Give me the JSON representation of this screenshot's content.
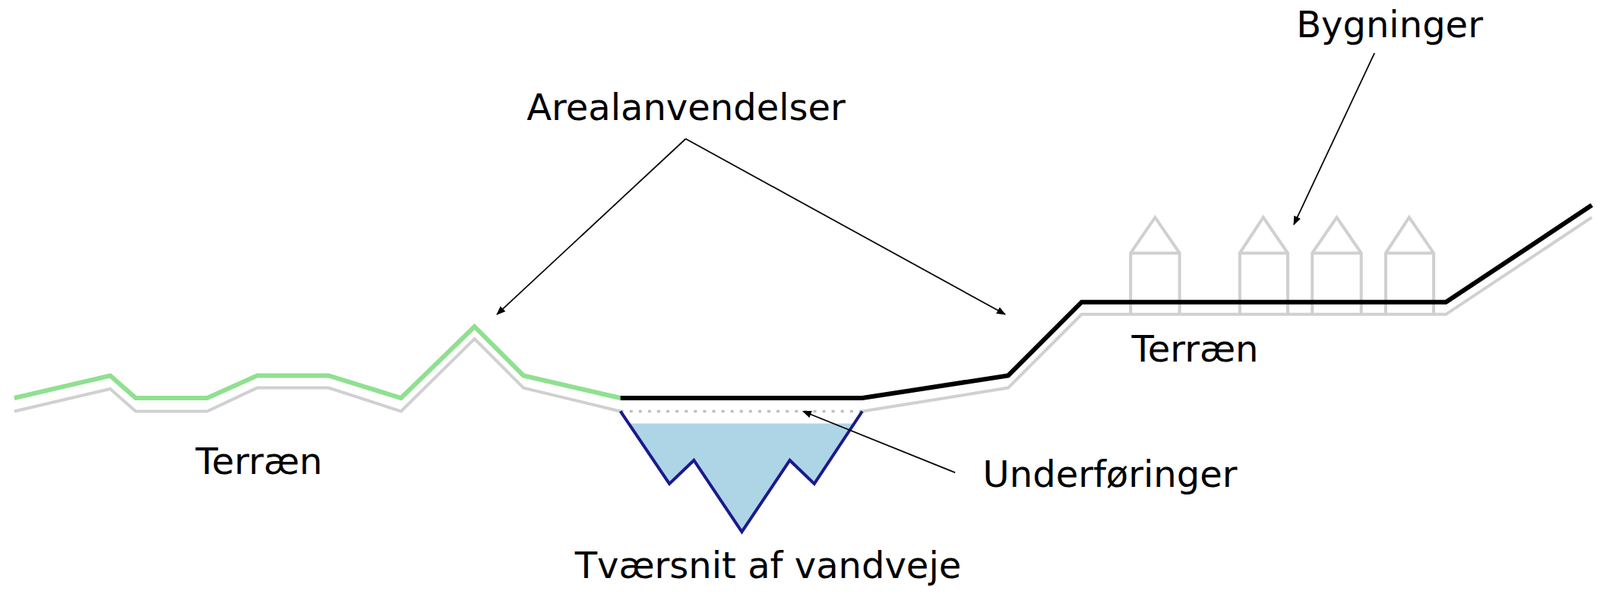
{
  "diagram": {
    "labels": [
      "Bygninger",
      "Arealanvendelser",
      "Terræn",
      "Terræn",
      "Underføringer",
      "Tværsnit af vandveje"
    ]
  }
}
